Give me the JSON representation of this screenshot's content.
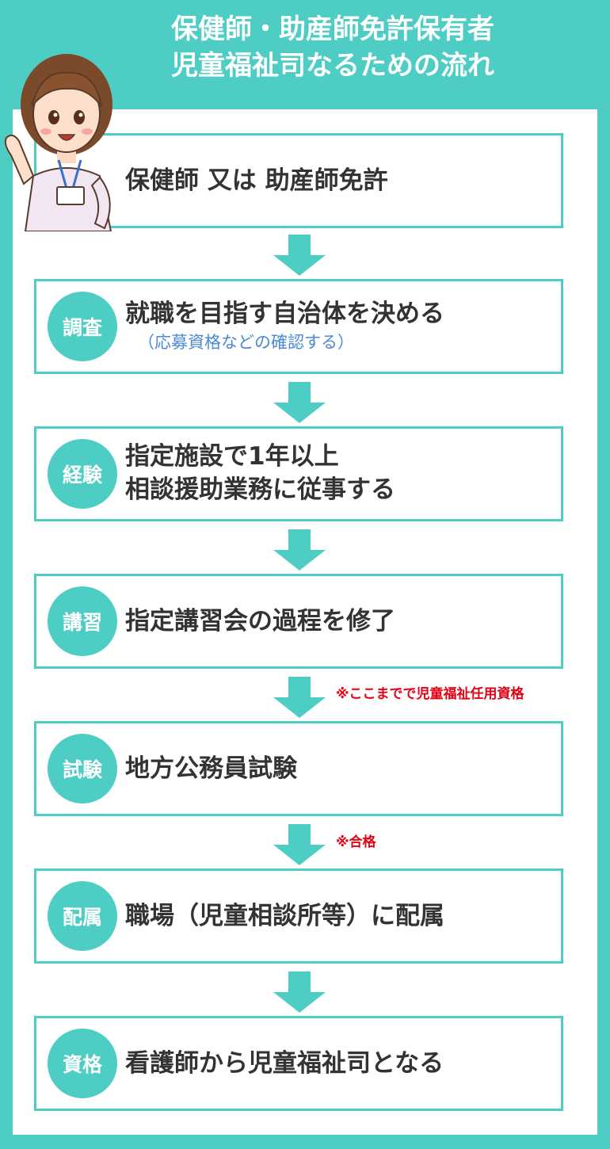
{
  "title": {
    "line1": "保健師・助産師免許保有者",
    "line2": "児童福祉司なるための流れ"
  },
  "steps": [
    {
      "badge": "",
      "text1": "保健師 又は 助産師免許",
      "text2": "",
      "sub": ""
    },
    {
      "badge": "調査",
      "text1": "就職を目指す自治体を決める",
      "text2": "",
      "sub": "（応募資格などの確認する）"
    },
    {
      "badge": "経験",
      "text1": "指定施設で1年以上",
      "text2": "相談援助業務に従事する",
      "sub": ""
    },
    {
      "badge": "講習",
      "text1": "指定講習会の過程を修了",
      "text2": "",
      "sub": ""
    },
    {
      "badge": "試験",
      "text1": "地方公務員試験",
      "text2": "",
      "sub": ""
    },
    {
      "badge": "配属",
      "text1": "職場（児童相談所等）に配属",
      "text2": "",
      "sub": ""
    },
    {
      "badge": "資格",
      "text1": "看護師から児童福祉司となる",
      "text2": "",
      "sub": ""
    }
  ],
  "notes": {
    "after_training": "※ここまでで児童福祉任用資格",
    "after_exam": "※合格"
  },
  "colors": {
    "accent": "#4ecdc4",
    "text": "#333333",
    "sub_text": "#4a8ad4",
    "note": "#e60012"
  },
  "icons": {
    "arrow": "down-arrow-icon",
    "character": "nurse-illustration"
  }
}
